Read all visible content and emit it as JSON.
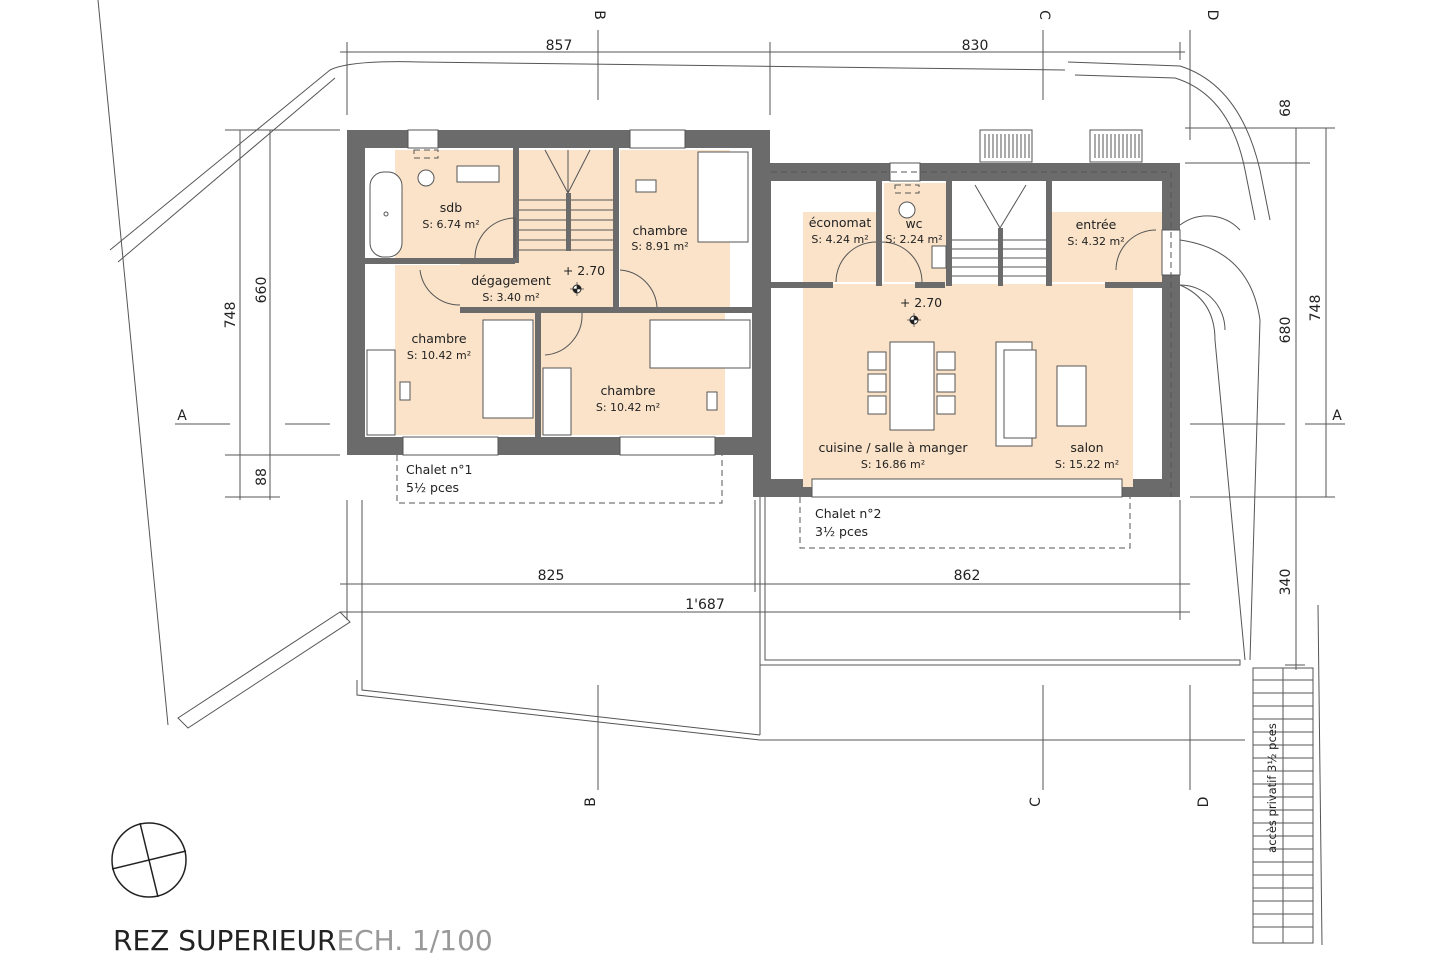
{
  "title": {
    "level": "REZ SUPERIEUR",
    "scale": "ECH. 1/100"
  },
  "colors": {
    "room_fill": "#fae3c9",
    "wall": "#6b6b6b",
    "line": "#555555"
  },
  "icons": {
    "north": "north-arrow-icon",
    "level": "level-marker-icon"
  },
  "chalet1": {
    "name": "Chalet n°1",
    "size": "5½ pces",
    "level": "+ 2.70",
    "rooms": [
      {
        "name": "sdb",
        "area": "S: 6.74 m²"
      },
      {
        "name": "chambre",
        "area": "S: 8.91 m²"
      },
      {
        "name": "dégagement",
        "area": "S: 3.40 m²"
      },
      {
        "name": "chambre",
        "area": "S: 10.42 m²"
      },
      {
        "name": "chambre",
        "area": "S: 10.42 m²"
      }
    ]
  },
  "chalet2": {
    "name": "Chalet n°2",
    "size": "3½ pces",
    "level": "+ 2.70",
    "rooms": [
      {
        "name": "économat",
        "area": "S: 4.24 m²"
      },
      {
        "name": "wc",
        "area": "S: 2.24 m²"
      },
      {
        "name": "entrée",
        "area": "S: 4.32 m²"
      },
      {
        "name": "cuisine / salle à manger",
        "area": "S: 16.86 m²"
      },
      {
        "name": "salon",
        "area": "S: 15.22 m²"
      }
    ]
  },
  "dimensions": {
    "top": [
      "857",
      "830"
    ],
    "bottom": [
      "825",
      "862"
    ],
    "total": "1'687",
    "left": [
      "748",
      "660",
      "88"
    ],
    "right": [
      "68",
      "680",
      "748",
      "340"
    ]
  },
  "sections": {
    "a": "A",
    "b": "B",
    "c": "C",
    "d": "D"
  },
  "access": "accès privatif  3½ pces"
}
